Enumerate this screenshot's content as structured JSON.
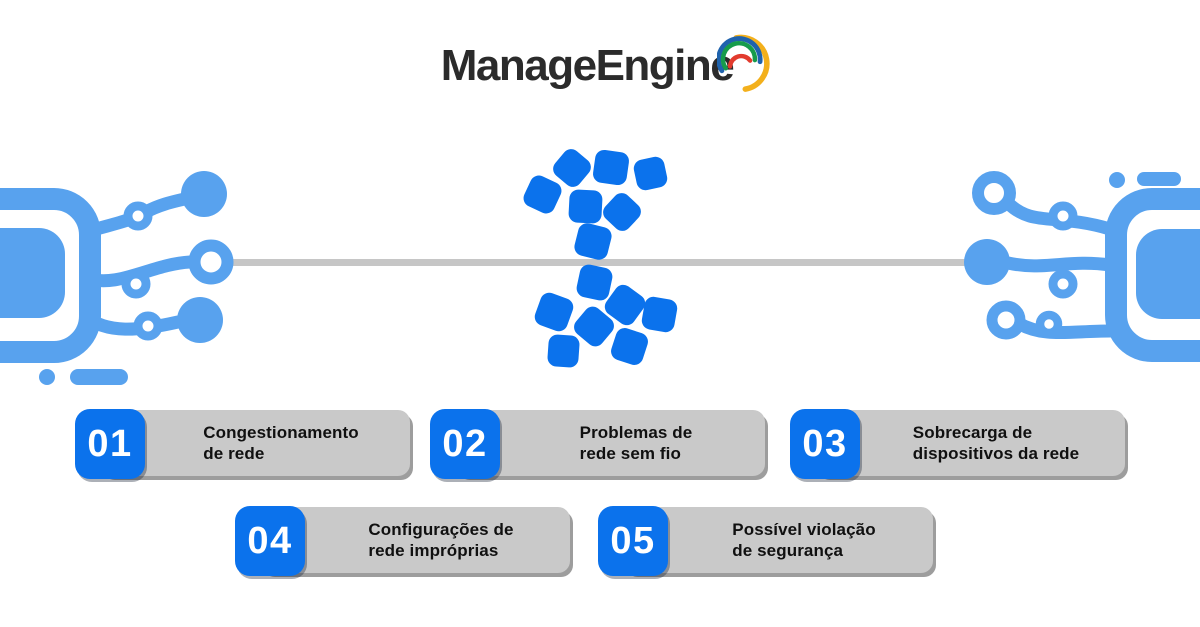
{
  "brand": {
    "part1": "Manage",
    "part2": "Engine",
    "swoosh_icon": "multicolor-arc-swoosh",
    "swoosh_colors": {
      "red": "#e23b2e",
      "green": "#169c4b",
      "blue": "#1f63ad",
      "yellow": "#f3b01c"
    }
  },
  "colors": {
    "accent_blue": "#0b72ec",
    "light_blue": "#58a2ee",
    "bar_gray": "#c9c9c9",
    "bar_shadow": "#9d9d9d",
    "line_gray": "#c6c6c6",
    "ink": "#101010",
    "logo_ink": "#2b2b2b"
  },
  "illustration": {
    "left_icon": "smartphone-circuit-icon",
    "right_icon": "smartphone-circuit-icon",
    "center_icon": "scattered-data-packets",
    "packet_count_top": 7,
    "packet_count_bottom": 7
  },
  "items": [
    {
      "number": "01",
      "line1": "Congestionamento",
      "line2": "de rede"
    },
    {
      "number": "02",
      "line1": "Problemas de",
      "line2": "rede sem fio"
    },
    {
      "number": "03",
      "line1": "Sobrecarga de",
      "line2": "dispositivos da rede"
    },
    {
      "number": "04",
      "line1": "Configurações de",
      "line2": "rede impróprias"
    },
    {
      "number": "05",
      "line1": "Possível violação",
      "line2": "de segurança"
    }
  ]
}
